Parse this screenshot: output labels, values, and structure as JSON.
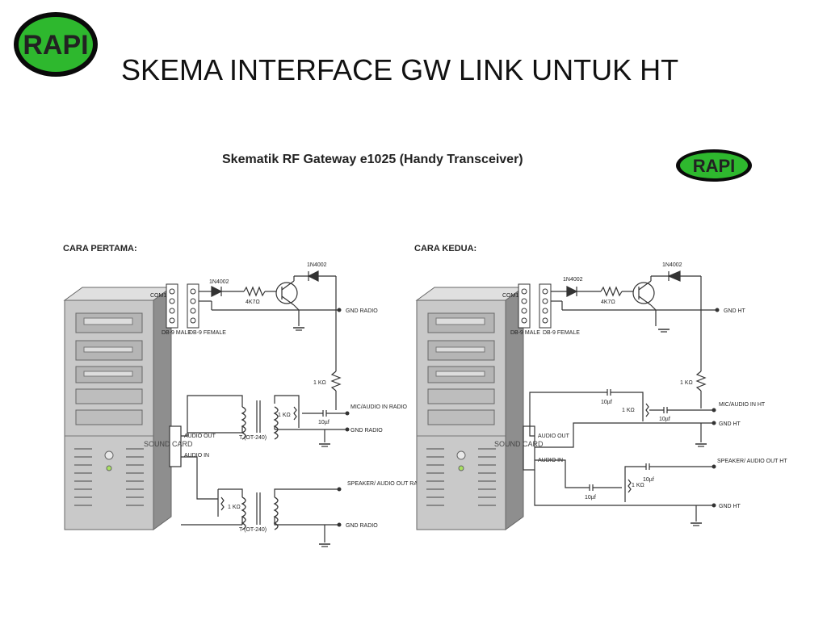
{
  "slide": {
    "title": "SKEMA INTERFACE GW LINK UNTUK HT",
    "logo_text": "RAPI"
  },
  "diagram": {
    "title": "Skematik RF Gateway e1025 (Handy Transceiver)",
    "logo_text": "RAPI"
  },
  "cara_pertama": {
    "heading": "CARA PERTAMA:",
    "com": "COM1",
    "db9_male": "DB-9 MALE",
    "db9_female": "DB-9 FEMALE",
    "diode": "1N4002",
    "diode2": "1N4002",
    "resistor": "4K7Ω",
    "gnd_radio_top": "GND RADIO",
    "r_1k": "1 KΩ",
    "mic_in": "MIC/AUDIO IN RADIO",
    "pot_1k": "1 KΩ",
    "cap": "10µf",
    "gnd_radio_mid": "GND RADIO",
    "transformer1": "T (OT-240)",
    "sound_card": "SOUND CARD",
    "audio_out": "AUDIO OUT",
    "audio_in": "AUDIO IN",
    "speaker_out": "SPEAKER/ AUDIO OUT RADIO",
    "pot_1k_2": "1 KΩ",
    "transformer2": "T (OT-240)",
    "gnd_radio_bottom": "GND RADIO"
  },
  "cara_kedua": {
    "heading": "CARA KEDUA:",
    "com": "COM1",
    "db9_male": "DB-9 MALE",
    "db9_female": "DB-9 FEMALE",
    "diode": "1N4002",
    "diode2": "1N4002",
    "resistor": "4K7Ω",
    "gnd_ht_top": "GND HT",
    "r_1k": "1 KΩ",
    "cap_top": "10µf",
    "mic_in": "MIC/AUDIO IN HT",
    "pot_1k": "1 KΩ",
    "cap_mid": "10µf",
    "gnd_ht_mid": "GND HT",
    "sound_card": "SOUND CARD",
    "audio_out": "AUDIO OUT",
    "audio_in": "AUDIO IN",
    "cap_low": "10µf",
    "speaker_out": "SPEAKER/ AUDIO OUT HT",
    "pot_1k_2": "1 KΩ",
    "cap_bottom": "10µf",
    "gnd_ht_bottom": "GND HT"
  },
  "colors": {
    "logo_green": "#2eb82e",
    "logo_dark": "#0a0a0a",
    "tower_front": "#c9c9c9",
    "tower_side": "#8e8e8e",
    "wire": "#333333",
    "signal_mark": "#d23a3a"
  }
}
